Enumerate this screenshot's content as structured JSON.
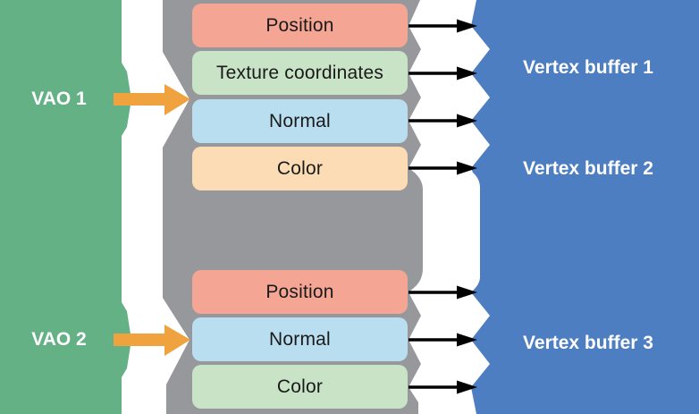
{
  "colors": {
    "vao_panel_green": "#65B186",
    "attribute_panel_gray": "#97989B",
    "buffer_panel_blue": "#4D7EC1",
    "vao_arrow_orange": "#EFA23D",
    "attribute_arrow_black": "#000000",
    "box_text": "#1A1A1A",
    "panel_text": "#FFFFFF",
    "attr_position_salmon": "#F4A593",
    "attr_texcoord_green": "#C8E3C6",
    "attr_normal_blue": "#B9DEEF",
    "attr_color_peach": "#FCDCB4",
    "attr_color_green": "#C9E3C7"
  },
  "groups": [
    {
      "vao_label": "VAO 1",
      "attributes": [
        {
          "label": "Position",
          "color": "#F4A593"
        },
        {
          "label": "Texture coordinates",
          "color": "#C8E3C6"
        },
        {
          "label": "Normal",
          "color": "#B9DEEF"
        },
        {
          "label": "Color",
          "color": "#FCDCB4"
        }
      ]
    },
    {
      "vao_label": "VAO 2",
      "attributes": [
        {
          "label": "Position",
          "color": "#F4A593"
        },
        {
          "label": "Normal",
          "color": "#B9DEEF"
        },
        {
          "label": "Color",
          "color": "#C9E3C7"
        }
      ]
    }
  ],
  "buffers": [
    {
      "label": "Vertex buffer 1"
    },
    {
      "label": "Vertex buffer 2"
    },
    {
      "label": "Vertex buffer 3"
    }
  ]
}
